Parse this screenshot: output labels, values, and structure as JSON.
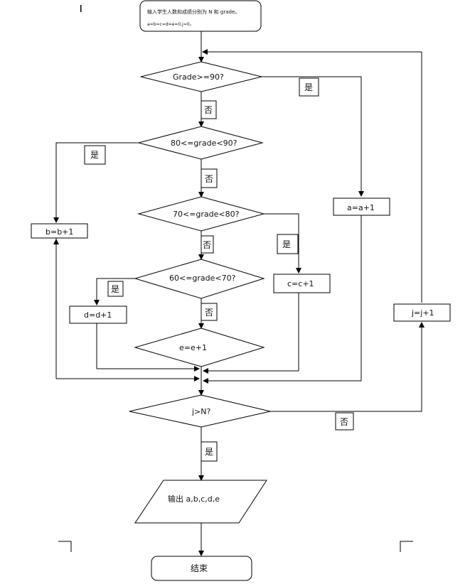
{
  "flowchart": {
    "start": {
      "line1": "输入学生人数和成绩分别为 N 和 grade。",
      "line2": "a=b=c=d=e=0,j=0。"
    },
    "decisions": {
      "d90": "Grade>=90?",
      "d80": "80<=grade<90?",
      "d70": "70<=grade<80?",
      "d60": "60<=grade<70?",
      "loop": "j>N?"
    },
    "processes": {
      "a": "a=a+1",
      "b": "b=b+1",
      "c": "c=c+1",
      "d": "d=d+1",
      "e": "e=e+1",
      "j": "j=j+1"
    },
    "labels": {
      "yes": "是",
      "no": "否"
    },
    "output": "输出 a,b,c,d,e",
    "end": "结束"
  }
}
